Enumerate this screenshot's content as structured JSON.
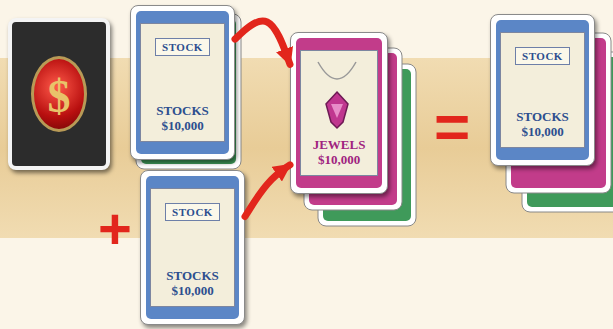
{
  "diagram": {
    "nodes": [
      {
        "text": [
          "$"
        ]
      },
      {
        "text": [
          "STOCK",
          "STOCKS $10,000"
        ]
      },
      {
        "text": [
          "STOCK",
          "STOCKS $10,000"
        ]
      },
      {
        "text": [
          "JEWELS $10,000"
        ]
      },
      {
        "text": [
          "STOCK",
          "STOCKS $10,000"
        ]
      }
    ],
    "edges": [
      {
        "from": 1,
        "to": 3,
        "arrow": "to"
      },
      {
        "from": 2,
        "to": 3,
        "arrow": "to"
      }
    ],
    "labels": [
      "+",
      "="
    ]
  }
}
